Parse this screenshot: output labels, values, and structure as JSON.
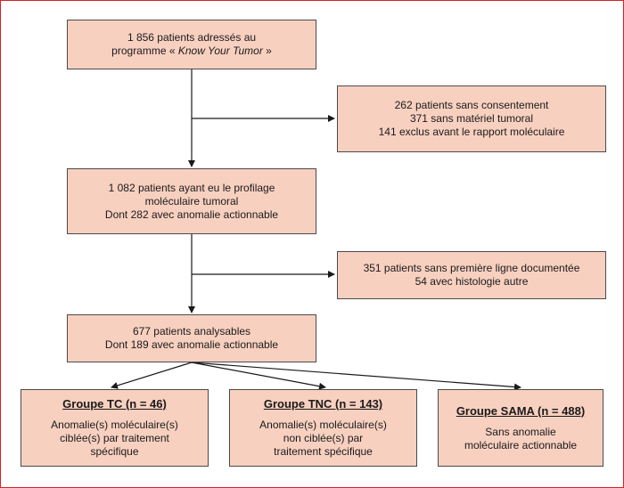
{
  "boxes": {
    "referred": {
      "line1": "1 856 patients adressés au",
      "line2_prefix": "programme « ",
      "line2_italic": "Know Your Tumor",
      "line2_suffix": " »"
    },
    "excluded1": {
      "lines": [
        "262 patients sans consentement",
        "371 sans matériel tumoral",
        "141 exclus avant le rapport moléculaire"
      ]
    },
    "profiled": {
      "lines": [
        "1 082 patients ayant eu le profilage",
        "moléculaire tumoral",
        "Dont 282 avec anomalie actionnable"
      ]
    },
    "excluded2": {
      "lines": [
        "351 patients sans première ligne documentée",
        "54 avec histologie autre"
      ]
    },
    "analysable": {
      "lines": [
        "677 patients analysables",
        "Dont 189 avec anomalie actionnable"
      ]
    },
    "group_tc": {
      "title": "Groupe TC (n = 46)",
      "lines": [
        "Anomalie(s) moléculaire(s)",
        "ciblée(s) par traitement",
        "spécifique"
      ]
    },
    "group_tnc": {
      "title": "Groupe TNC (n = 143)",
      "lines": [
        "Anomalie(s) moléculaire(s)",
        "non ciblée(s) par",
        "traitement spécifique"
      ]
    },
    "group_sama": {
      "title": "Groupe SAMA (n = 488)",
      "lines": [
        "Sans anomalie",
        "moléculaire actionnable"
      ]
    }
  },
  "colors": {
    "box_fill": "#f8d0c0",
    "border": "#4a4a4a",
    "frame": "#d2232a"
  }
}
